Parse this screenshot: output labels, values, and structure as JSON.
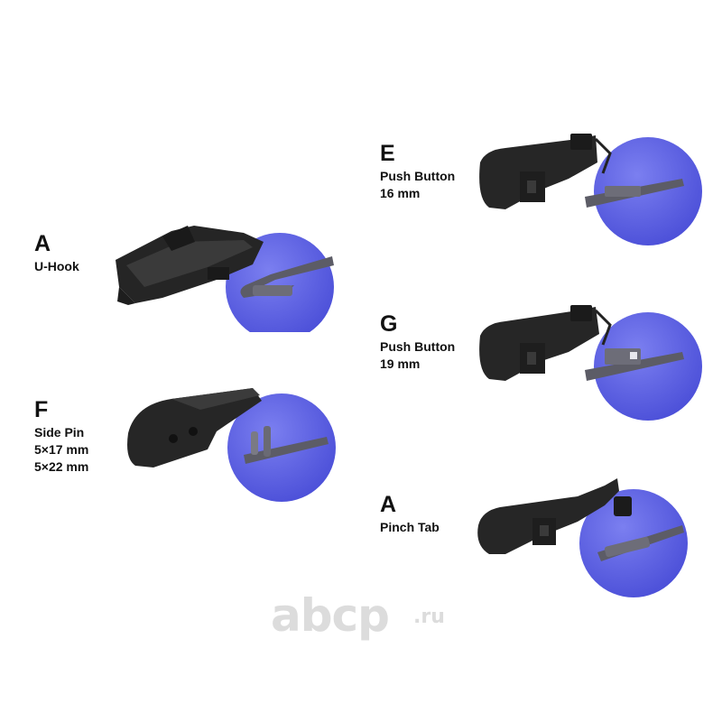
{
  "items": [
    {
      "letter": "A",
      "lines": [
        "U-Hook"
      ]
    },
    {
      "letter": "F",
      "lines": [
        "Side Pin",
        "5×17 mm",
        "5×22 mm"
      ]
    },
    {
      "letter": "E",
      "lines": [
        "Push Button",
        "16 mm"
      ]
    },
    {
      "letter": "G",
      "lines": [
        "Push Button",
        "19 mm"
      ]
    },
    {
      "letter": "A",
      "lines": [
        "Pinch Tab"
      ]
    }
  ],
  "logo": {
    "main": "abcp",
    "suffix": ".ru"
  },
  "colors": {
    "circle": "#5a5ee6",
    "adapter": "#232323",
    "arm": "#5c5c66",
    "logo": "#dcdcdc"
  }
}
